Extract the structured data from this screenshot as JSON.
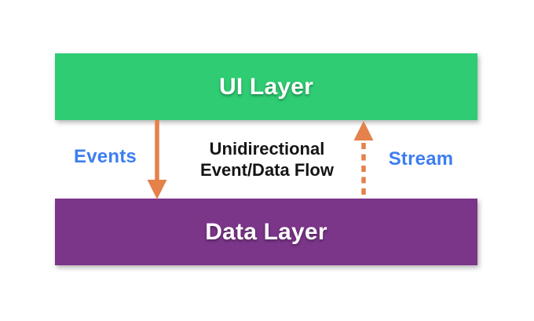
{
  "nodes": {
    "ui_layer": {
      "label": "UI Layer",
      "color": "#2fcc73"
    },
    "data_layer": {
      "label": "Data Layer",
      "color": "#7b3589"
    }
  },
  "edges": {
    "events": {
      "label": "Events",
      "style": "solid",
      "direction": "ui_layer -> data_layer",
      "color": "#e5814b"
    },
    "stream": {
      "label": "Stream",
      "style": "dashed",
      "direction": "data_layer -> ui_layer",
      "color": "#e5814b"
    }
  },
  "caption": {
    "line1": "Unidirectional",
    "line2": "Event/Data Flow"
  },
  "colors": {
    "edge_label_blue": "#3d7ef0",
    "caption_text": "#151515",
    "node_label": "#ffffff",
    "background": "#ffffff"
  }
}
